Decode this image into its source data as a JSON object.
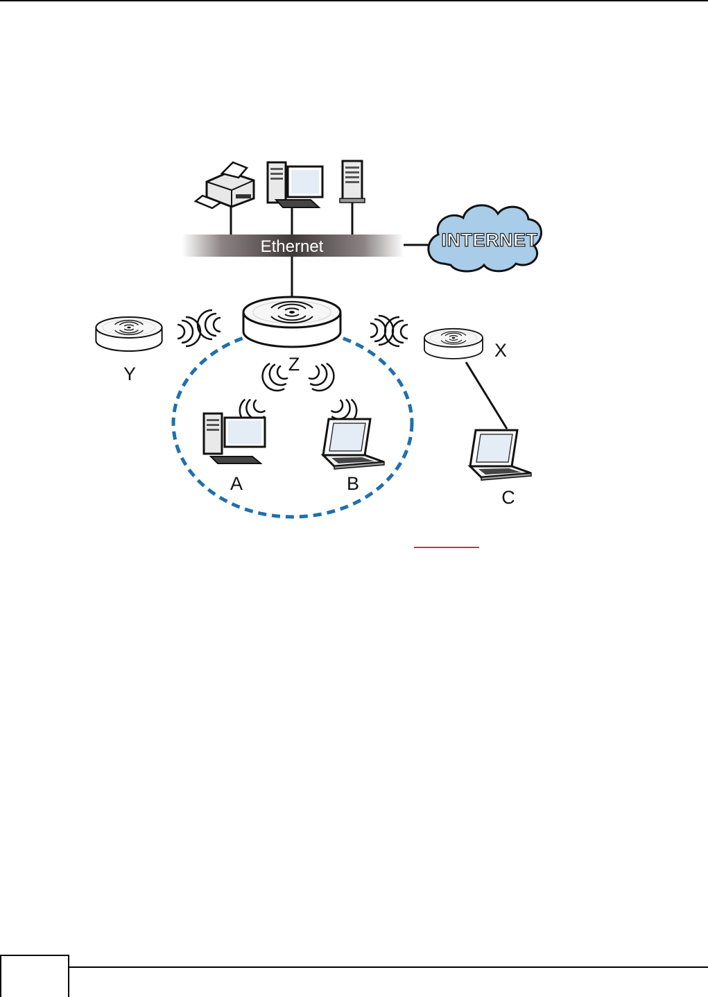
{
  "diagram": {
    "ethernet_label": "Ethernet",
    "internet_label": "INTERNET",
    "nodes": {
      "ap_z": "Z",
      "ap_y": "Y",
      "ap_x": "X",
      "client_a": "A",
      "client_b": "B",
      "client_c": "C"
    }
  },
  "colors": {
    "bss_dashed_circle": "#1f6fae",
    "cloud_fill": "#a9cde9",
    "link_underline": "#c0392b"
  }
}
